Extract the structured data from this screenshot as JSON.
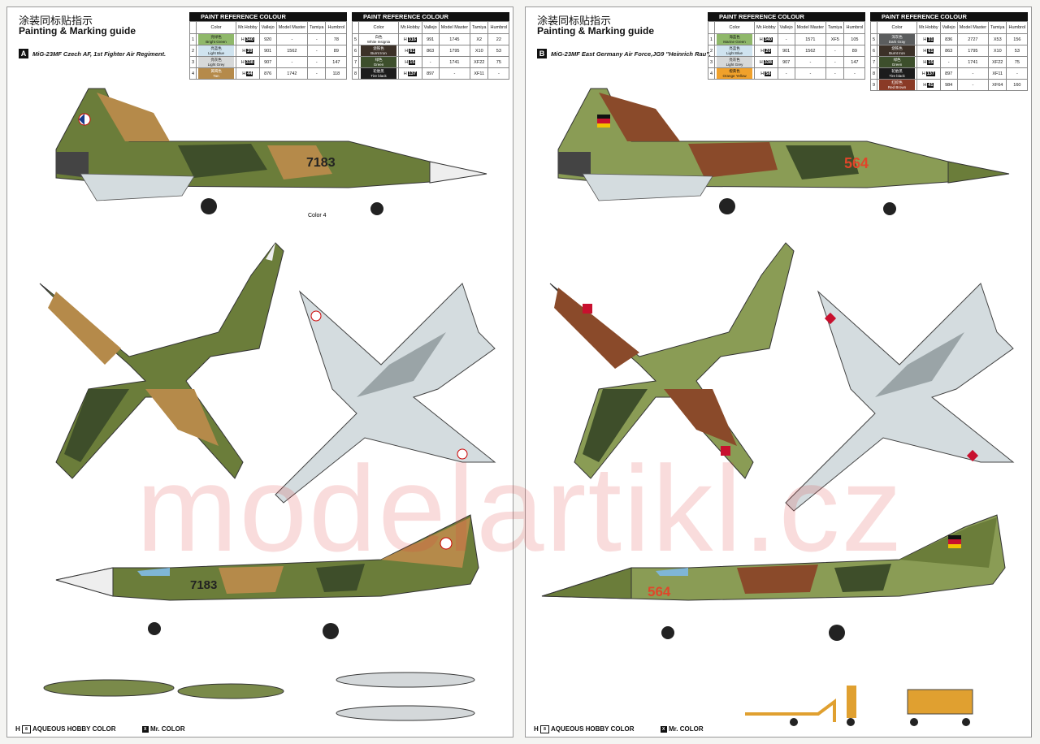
{
  "header": {
    "cn": "涂装同标贴指示",
    "en": "Painting & Marking guide"
  },
  "table": {
    "title": "PAINT REFERENCE COLOUR",
    "columns": [
      "",
      "Color",
      "Mr.Hobby",
      "Vallejo",
      "Model Master",
      "Tamiya",
      "Humbrol"
    ]
  },
  "schemes": {
    "A": {
      "badge": "A",
      "caption": "MiG-23MF  Czech AF,  1st  Fighter Air Regiment.",
      "paints_left": [
        {
          "n": "1",
          "cn": "亮绿色",
          "name": "Bright Green",
          "hobby": "340",
          "vallejo": "920",
          "mm": "-",
          "tamiya": "-",
          "humbrol": "78",
          "bg": "#8fb86a"
        },
        {
          "n": "2",
          "cn": "亮蓝色",
          "name": "Light Blue",
          "hobby": "20",
          "vallejo": "901",
          "mm": "1562",
          "tamiya": "-",
          "humbrol": "89",
          "bg": "#cfe3ef"
        },
        {
          "n": "3",
          "cn": "亮灰色",
          "name": "Light Grey",
          "hobby": "338",
          "vallejo": "907",
          "mm": "-",
          "tamiya": "-",
          "humbrol": "147",
          "bg": "#d6d8d8"
        },
        {
          "n": "4",
          "cn": "黄褐色",
          "name": "Tan",
          "hobby": "44",
          "vallejo": "876",
          "mm": "1742",
          "tamiya": "-",
          "humbrol": "118",
          "bg": "#b58a4a"
        }
      ],
      "paints_right": [
        {
          "n": "5",
          "cn": "白色",
          "name": "White Insignia",
          "hobby": "316",
          "vallejo": "991",
          "mm": "1745",
          "tamiya": "X2",
          "humbrol": "22",
          "bg": "#ffffff"
        },
        {
          "n": "6",
          "cn": "烧铁色",
          "name": "Burnt Iron",
          "hobby": "61",
          "vallejo": "863",
          "mm": "1795",
          "tamiya": "X10",
          "humbrol": "53",
          "bg": "#3c3128"
        },
        {
          "n": "7",
          "cn": "绿色",
          "name": "Green",
          "hobby": "15",
          "vallejo": "-",
          "mm": "1741",
          "tamiya": "XF22",
          "humbrol": "75",
          "bg": "#3d4f2c"
        },
        {
          "n": "8",
          "cn": "轮胎黑",
          "name": "Tire black",
          "hobby": "137",
          "vallejo": "897",
          "mm": "-",
          "tamiya": "XF11",
          "humbrol": "-",
          "bg": "#1c1c1c"
        }
      ],
      "side_number": "7183",
      "color_note": "Color 4"
    },
    "B": {
      "badge": "B",
      "caption": "MiG-23MF East Germany  Air Force,JG9 \"Heinrich Rau\".",
      "paints_left": [
        {
          "n": "1",
          "cn": "海蓝色",
          "name": "Marine Green",
          "hobby": "340",
          "vallejo": "-",
          "mm": "1571",
          "tamiya": "XF5",
          "humbrol": "105",
          "bg": "#8fb86a"
        },
        {
          "n": "2",
          "cn": "亮蓝色",
          "name": "Light Blue",
          "hobby": "20",
          "vallejo": "901",
          "mm": "1562",
          "tamiya": "-",
          "humbrol": "89",
          "bg": "#cfe3ef"
        },
        {
          "n": "3",
          "cn": "亮灰色",
          "name": "Light Grey",
          "hobby": "338",
          "vallejo": "907",
          "mm": "-",
          "tamiya": "-",
          "humbrol": "147",
          "bg": "#d6d8d8"
        },
        {
          "n": "4",
          "cn": "橙黄色",
          "name": "Orange Yellow",
          "hobby": "58",
          "vallejo": "-",
          "mm": "-",
          "tamiya": "-",
          "humbrol": "-",
          "bg": "#f0a12b"
        }
      ],
      "paints_right": [
        {
          "n": "5",
          "cn": "深灰色",
          "name": "Dark Gray",
          "hobby": "31",
          "vallejo": "836",
          "mm": "2727",
          "tamiya": "X53",
          "humbrol": "156",
          "bg": "#5b5d5e"
        },
        {
          "n": "6",
          "cn": "烧铁色",
          "name": "Burnt Iron",
          "hobby": "61",
          "vallejo": "863",
          "mm": "1795",
          "tamiya": "X10",
          "humbrol": "53",
          "bg": "#3c3128"
        },
        {
          "n": "7",
          "cn": "绿色",
          "name": "Green",
          "hobby": "15",
          "vallejo": "-",
          "mm": "1741",
          "tamiya": "XF22",
          "humbrol": "75",
          "bg": "#3d4f2c"
        },
        {
          "n": "8",
          "cn": "轮胎黑",
          "name": "Tire black",
          "hobby": "137",
          "vallejo": "897",
          "mm": "-",
          "tamiya": "XF11",
          "humbrol": "-",
          "bg": "#1c1c1c"
        },
        {
          "n": "9",
          "cn": "红棕色",
          "name": "Red Brown",
          "hobby": "41",
          "vallejo": "984",
          "mm": "-",
          "tamiya": "XF64",
          "humbrol": "160",
          "bg": "#8a3a26"
        }
      ],
      "side_number": "564"
    }
  },
  "legend": {
    "aqueous": "AQUEOUS HOBBY COLOR",
    "mr": "Mr. COLOR",
    "h": "H",
    "x": "X"
  },
  "watermark": "modelartikl.cz",
  "colors": {
    "green": "#6b7d3a",
    "tan": "#b58a4a",
    "dark_green": "#3e4e2a",
    "brown": "#8a4a2a",
    "light_green": "#8a9c55",
    "underside": "#d4dcdf",
    "nose": "#eeeeee"
  }
}
